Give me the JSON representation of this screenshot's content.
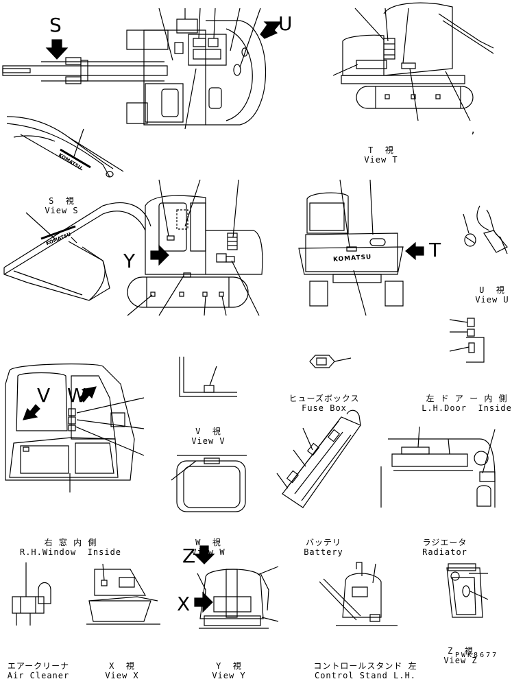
{
  "captions": {
    "view_s": {
      "jp": "S  視",
      "en": "View S"
    },
    "view_t": {
      "jp": "T  視",
      "en": "View T"
    },
    "view_u": {
      "jp": "U  視",
      "en": "View U"
    },
    "fuse_box": {
      "jp": "ヒューズボックス",
      "en": "Fuse Box"
    },
    "lh_door": {
      "jp": "左 ド ア ー 内 側",
      "en": "L.H.Door  Inside"
    },
    "view_v": {
      "jp": "V  視",
      "en": "View V"
    },
    "rh_window": {
      "jp": "右 窓 内 側",
      "en": "R.H.Window  Inside"
    },
    "view_w": {
      "jp": "W  視",
      "en": "View W"
    },
    "battery": {
      "jp": "バッテリ",
      "en": "Battery"
    },
    "radiator": {
      "jp": "ラジエータ",
      "en": "Radiator"
    },
    "air_cleaner": {
      "jp": "エアークリーナ",
      "en": "Air Cleaner"
    },
    "view_x": {
      "jp": "X  視",
      "en": "View X"
    },
    "view_y": {
      "jp": "Y  視",
      "en": "View Y"
    },
    "control_stand": {
      "jp": "コントロールスタンド 左",
      "en": "Control Stand L.H."
    },
    "view_z": {
      "jp": "Z  視",
      "en": "View Z"
    }
  },
  "view_letters": {
    "s": "S",
    "u": "U",
    "t": "T",
    "y": "Y",
    "v": "V",
    "w": "W",
    "z": "Z",
    "x": "X"
  },
  "brand_text": "KOMATSU",
  "drawing_code": "PWK8677",
  "stray_mark": ","
}
